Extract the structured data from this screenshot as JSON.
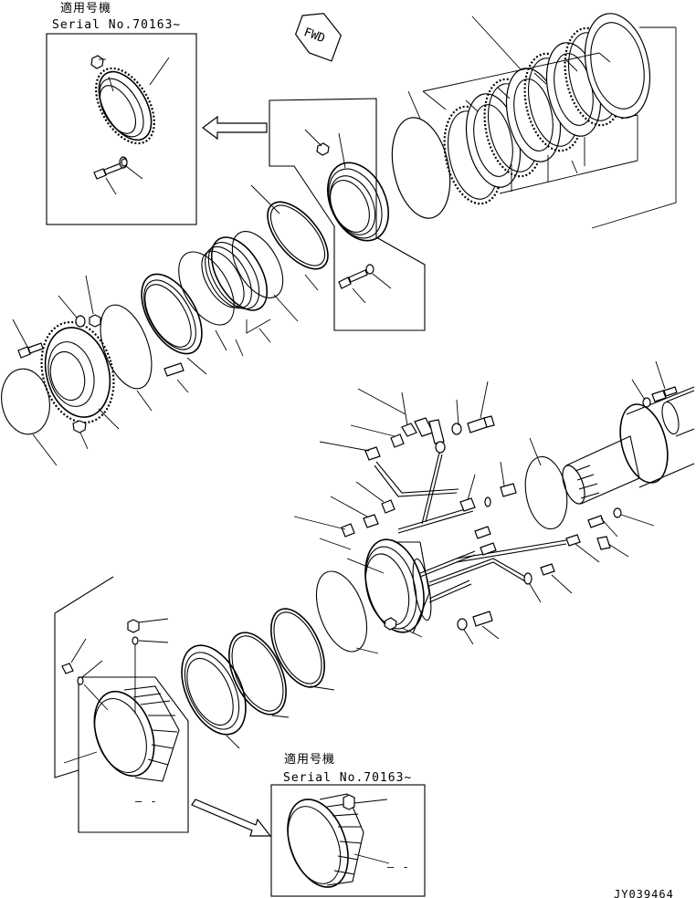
{
  "inset_top": {
    "title_jp": "適用号機",
    "serial": "Serial No.70163~"
  },
  "inset_bottom": {
    "title_jp": "適用号機",
    "serial": "Serial No.70163~"
  },
  "fwd_label": "FWD",
  "dash_label_left": "– -",
  "dash_label_inset": "– -",
  "drawing_number": "JY039464"
}
